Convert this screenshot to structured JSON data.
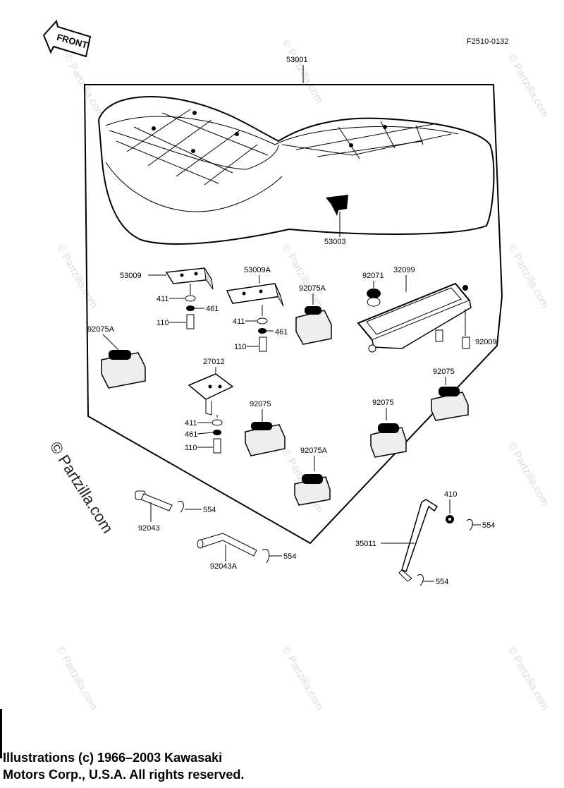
{
  "figure_id": "F2510-0132",
  "front_label": "FRONT",
  "watermark": "© Partzilla.com",
  "parts": {
    "seat_assy": "53001",
    "seat_emblem": "53003",
    "bracket_a": "53009",
    "bracket_b": "53009A",
    "bracket_c": "27012",
    "washer_411": "411",
    "washer_461": "461",
    "bolt_110": "110",
    "damper_92075A": "92075A",
    "damper_92075": "92075",
    "grommet_92071": "92071",
    "tray_32099": "32099",
    "screw_92009": "92009",
    "shaft_92043": "92043",
    "shaft_92043A": "92043A",
    "clip_554": "554",
    "nut_410": "410",
    "rod_35011": "35011"
  },
  "copyright": {
    "line1": "Illustrations (c) 1966–2003 Kawasaki",
    "line2": "Motors Corp., U.S.A.  All rights reserved."
  }
}
